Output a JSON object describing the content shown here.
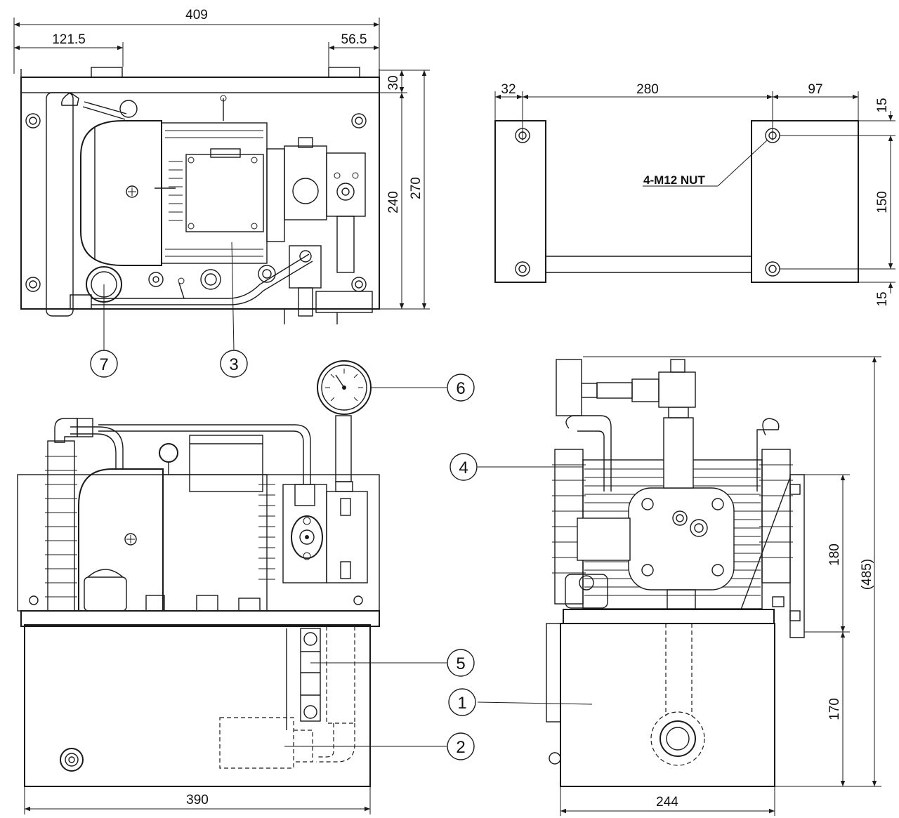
{
  "dimensions": {
    "top_overall": "409",
    "top_left_offset": "121.5",
    "top_right_offset": "56.5",
    "top_side_30": "30",
    "top_side_240": "240",
    "top_side_270": "270",
    "plate_left": "32",
    "plate_mid": "280",
    "plate_right": "97",
    "plate_top_15": "15",
    "plate_150": "150",
    "plate_bottom_15": "15",
    "front_width": "390",
    "side_width": "244",
    "side_180": "180",
    "side_170": "170",
    "side_total": "(485)"
  },
  "annotations": {
    "nut_label": "4-M12 NUT"
  },
  "balloons": [
    "1",
    "2",
    "3",
    "4",
    "5",
    "6",
    "7"
  ],
  "colors": {
    "line": "#1a1a1a",
    "paper": "#ffffff"
  }
}
